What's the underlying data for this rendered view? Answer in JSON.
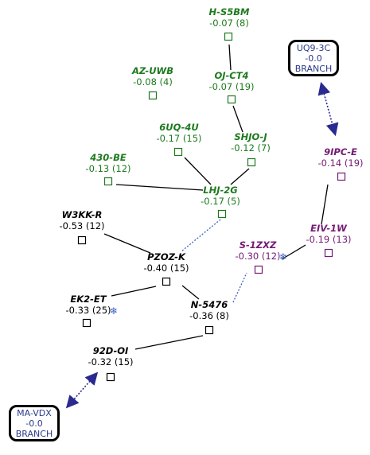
{
  "colors": {
    "green": "#1d7a1d",
    "purple": "#741a74",
    "black": "#000000",
    "blue": "#3a5fc8",
    "navy": "#2a2a90"
  },
  "nodes": [
    {
      "id": "hs5bm",
      "name": "H-S5BM",
      "value": "-0.07 (8)",
      "color": "green"
    },
    {
      "id": "ojct4",
      "name": "OJ-CT4",
      "value": "-0.07 (19)",
      "color": "green"
    },
    {
      "id": "azuwb",
      "name": "AZ-UWB",
      "value": "-0.08 (4)",
      "color": "green"
    },
    {
      "id": "6uq4u",
      "name": "6UQ-4U",
      "value": "-0.17 (15)",
      "color": "green"
    },
    {
      "id": "shjoj",
      "name": "SHJO-J",
      "value": "-0.12 (7)",
      "color": "green"
    },
    {
      "id": "430be",
      "name": "430-BE",
      "value": "-0.13 (12)",
      "color": "green"
    },
    {
      "id": "lhj2g",
      "name": "LHJ-2G",
      "value": "-0.17 (5)",
      "color": "green"
    },
    {
      "id": "w3kkr",
      "name": "W3KK-R",
      "value": "-0.53 (12)",
      "color": "black"
    },
    {
      "id": "pzozk",
      "name": "PZOZ-K",
      "value": "-0.40 (15)",
      "color": "black"
    },
    {
      "id": "ek2et",
      "name": "EK2-ET",
      "value": "-0.33 (25)",
      "color": "black",
      "snow": true
    },
    {
      "id": "n5476",
      "name": "N-5476",
      "value": "-0.36 (8)",
      "color": "black"
    },
    {
      "id": "92doi",
      "name": "92D-OI",
      "value": "-0.32 (15)",
      "color": "black"
    },
    {
      "id": "9ipce",
      "name": "9IPC-E",
      "value": "-0.14 (19)",
      "color": "purple"
    },
    {
      "id": "eiv1w",
      "name": "EIV-1W",
      "value": "-0.19 (13)",
      "color": "purple"
    },
    {
      "id": "s1zxz",
      "name": "S-1ZXZ",
      "value": "-0.30 (12)",
      "color": "purple",
      "snow": true
    }
  ],
  "branches": [
    {
      "id": "uq93c",
      "name": "UQ9-3C",
      "value": "-0.0",
      "label": "BRANCH"
    },
    {
      "id": "mavdx",
      "name": "MA-VDX",
      "value": "-0.0",
      "label": "BRANCH"
    }
  ]
}
